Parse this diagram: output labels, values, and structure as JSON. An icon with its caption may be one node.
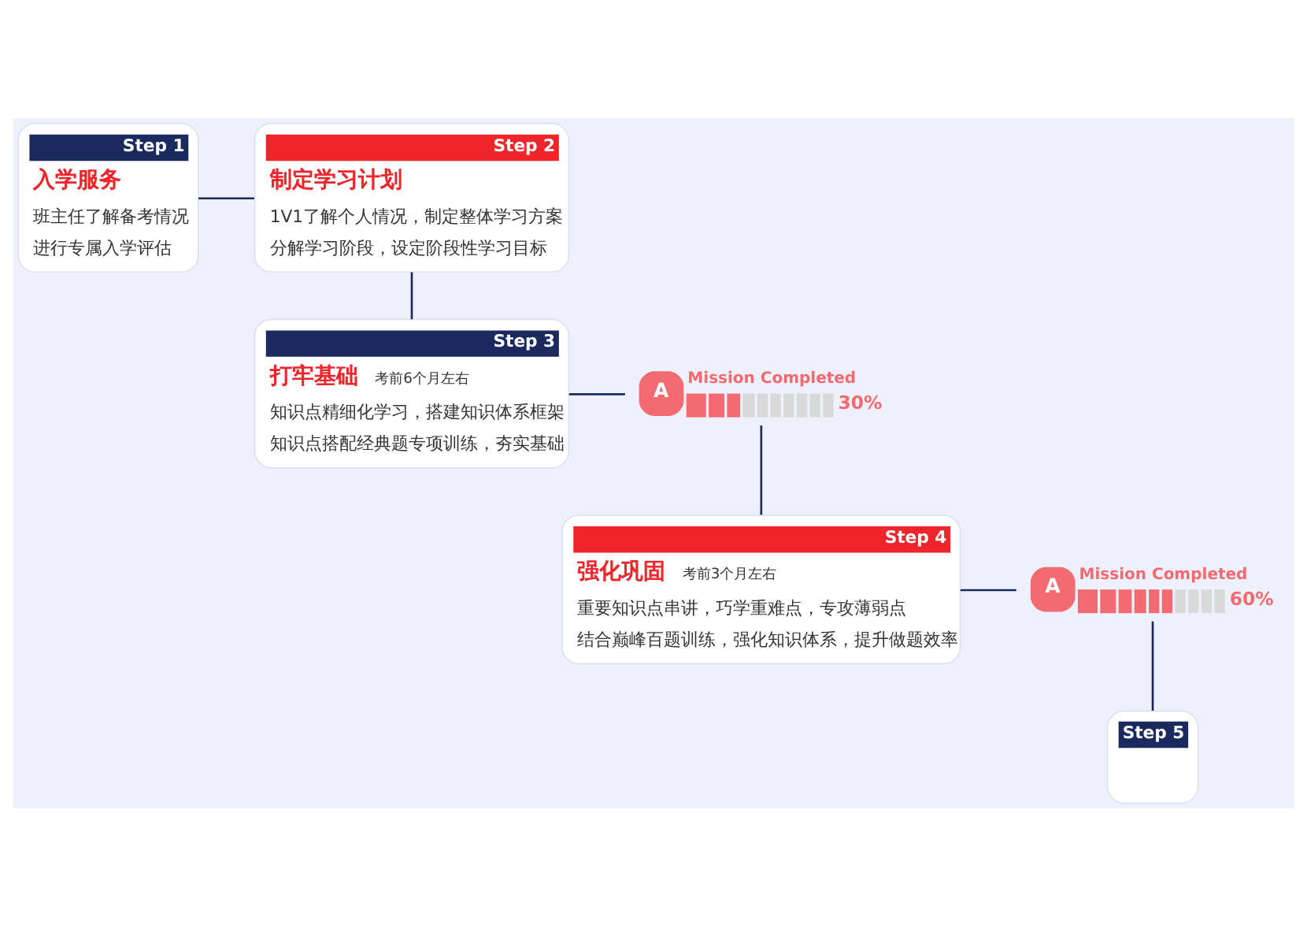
{
  "diagram": {
    "nodes": [
      {
        "text": [
          "Step 1",
          "入学服务",
          "班主任了解备考情况",
          "进行专属入学评估"
        ]
      },
      {
        "text": [
          "Step 2",
          "制定学习计划",
          "1V1了解个人情况，制定整体学习方案",
          "分解学习阶段，设定阶段性学习目标"
        ]
      },
      {
        "text": [
          "Step 3",
          "打牢基础",
          "考前6个月左右",
          "知识点精细化学习，搭建知识体系框架",
          "知识点搭配经典题专项训练，夯实基础"
        ]
      },
      {
        "text": [
          "A",
          "Mission Completed",
          "30%"
        ]
      },
      {
        "text": [
          "Step 4",
          "强化巩固",
          "考前3个月左右",
          "重要知识点串讲，巧学重难点，专攻薄弱点",
          "结合巅峰百题训练，强化知识体系，提升做题效率"
        ]
      },
      {
        "text": [
          "A",
          "Mission Completed",
          "60%"
        ]
      },
      {
        "text": [
          "Step 5"
        ]
      }
    ],
    "edges": [
      {
        "from": 0,
        "to": 1,
        "arrow": "none"
      },
      {
        "from": 1,
        "to": 2,
        "arrow": "none"
      },
      {
        "from": 2,
        "to": 3,
        "arrow": "none"
      },
      {
        "from": 3,
        "to": 4,
        "arrow": "none"
      },
      {
        "from": 4,
        "to": 5,
        "arrow": "none"
      },
      {
        "from": 5,
        "to": 6,
        "arrow": "none"
      }
    ]
  }
}
